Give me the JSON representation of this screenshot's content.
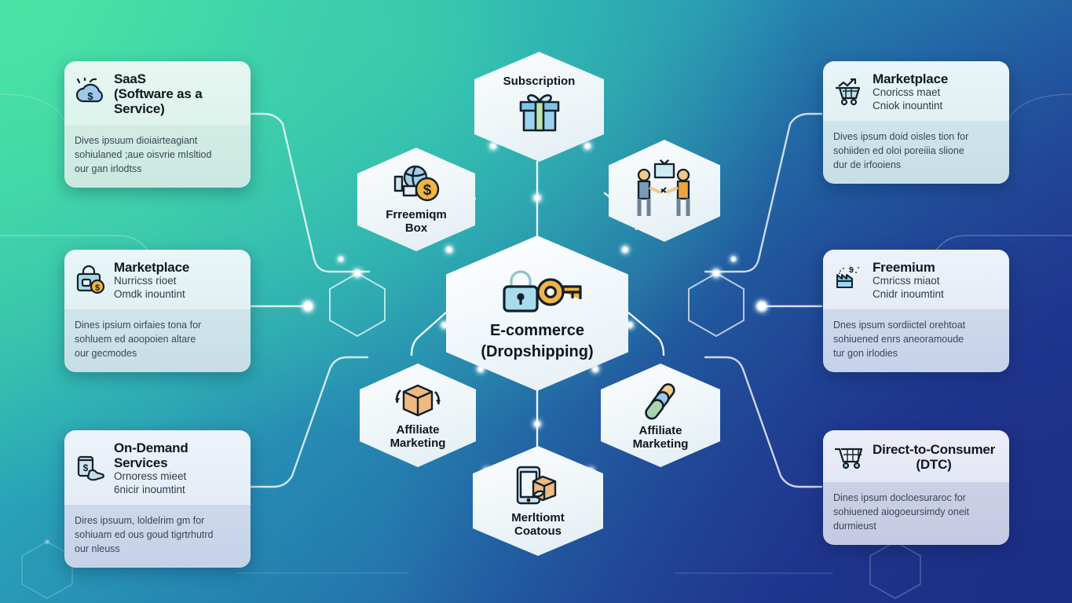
{
  "diagram": {
    "title": "E-commerce Business Models Hexagon Network Infographic",
    "background": {
      "from": "#3fd9a0",
      "mid": "#29a3b8",
      "to": "#1e2f86"
    },
    "accent_line": "#ffffff"
  },
  "center": {
    "label_line1": "E-commerce",
    "label_line2": "(Dropshipping)",
    "icon": "padlock-and-key-icon"
  },
  "hexagons": [
    {
      "id": "subscription",
      "label": "Subscription",
      "label2": "",
      "icon": "gift-box-icon",
      "label_position": "above"
    },
    {
      "id": "freemium-box",
      "label": "Frreemiqm",
      "label2": "Box",
      "icon": "globe-dollar-coin-icon",
      "label_position": "below"
    },
    {
      "id": "handshake-gift",
      "label": "",
      "label2": "",
      "icon": "two-people-exchanging-gift-icon",
      "label_position": "none"
    },
    {
      "id": "affiliate-marketing-left",
      "label": "Affiliate",
      "label2": "Marketing",
      "icon": "package-box-refresh-icon",
      "label_position": "below"
    },
    {
      "id": "affiliate-marketing-right",
      "label": "Affiliate",
      "label2": "Marketing",
      "icon": "chain-link-icon",
      "label_position": "below"
    },
    {
      "id": "mention-contous",
      "label": "Merltiomt",
      "label2": "Coatous",
      "icon": "phone-package-icon",
      "label_position": "below"
    }
  ],
  "cards": [
    {
      "id": "saas",
      "title": "SaaS",
      "subtitle1": "(Software as a Service)",
      "subtitle2": "",
      "icon": "cloud-dollar-icon",
      "body1": "Dives ipsuum dioiairteagiant",
      "body2": "sohiulaned ;aue oisvrie mIsltiod",
      "body3": "our gan irlodtss",
      "side": "left"
    },
    {
      "id": "marketplace-left",
      "title": "Marketplace",
      "subtitle1": "Nurricss rioet",
      "subtitle2": "Omdk inountint",
      "icon": "shopping-bag-coin-icon",
      "body1": "Dines ipsium oirfaies tona for",
      "body2": "sohluem ed aoopoien altare",
      "body3": "our gecmodes",
      "side": "left"
    },
    {
      "id": "on-demand-services",
      "title": "On-Demand Services",
      "subtitle1": "Ornoress mieet",
      "subtitle2": "6nicir inoumtint",
      "icon": "cup-dollar-hand-icon",
      "body1": "Dires ipsuum, loldelrim gm for",
      "body2": "sohiuam ed ous goud tigrtrhutrd",
      "body3": "our nleuss",
      "side": "left"
    },
    {
      "id": "marketplace-right",
      "title": "Marketplace",
      "subtitle1": "Cnoricss maet",
      "subtitle2": "Cniok inountint",
      "icon": "shopping-cart-growth-icon",
      "body1": "Dives ipsum doid oisles tion for",
      "body2": "sohiiden ed oloi poreiiia slione",
      "body3": "dur de irfooiens",
      "side": "right"
    },
    {
      "id": "freemium",
      "title": "Freemium",
      "subtitle1": "Cmricss miaot",
      "subtitle2": "Cnidr inoumtint",
      "icon": "factory-sparkle-icon",
      "body1": "Dnes ipsum sordiictel orehtoat",
      "body2": "sohiuened enrs aneoramoude",
      "body3": "tur gon irlodies",
      "side": "right"
    },
    {
      "id": "direct-to-consumer",
      "title": "Direct-to-Consumer",
      "subtitle1": "(DTC)",
      "subtitle2": "",
      "icon": "shopping-cart-icon",
      "body1": "Dines ipsum docloesuraroc for",
      "body2": "sohiuened aiogoeursimdy oneit",
      "body3": "durmieust",
      "side": "right"
    }
  ]
}
